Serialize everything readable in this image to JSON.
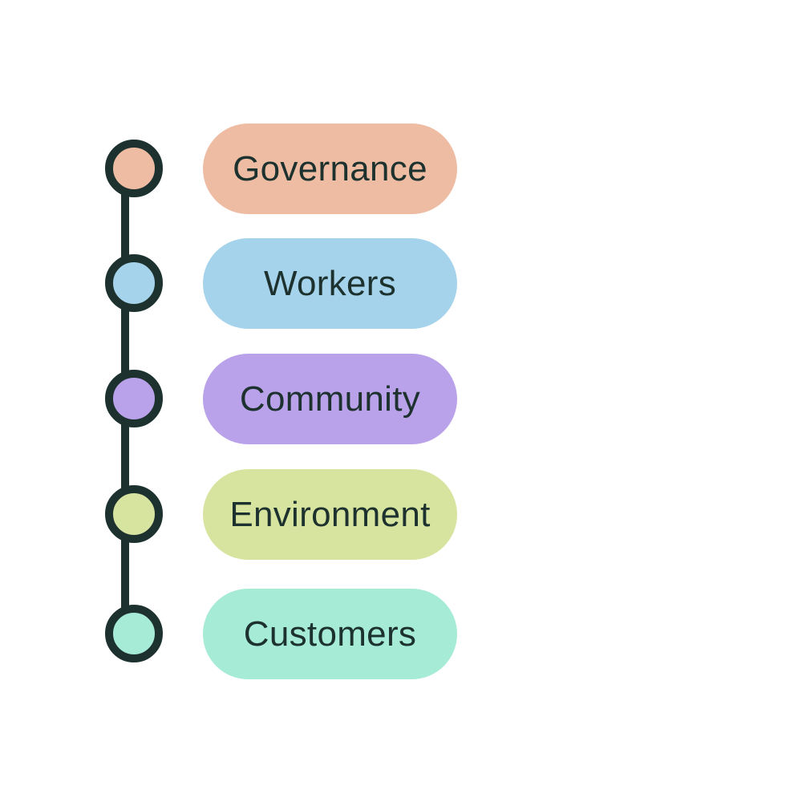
{
  "colors": {
    "background": "#ffffff",
    "line": "#1d312e",
    "text": "#1d312e"
  },
  "items": [
    {
      "label": "Governance",
      "color": "#edbca2"
    },
    {
      "label": "Workers",
      "color": "#a5d3eb"
    },
    {
      "label": "Community",
      "color": "#b9a2e9"
    },
    {
      "label": "Environment",
      "color": "#d7e49f"
    },
    {
      "label": "Customers",
      "color": "#a5ebd6"
    }
  ]
}
